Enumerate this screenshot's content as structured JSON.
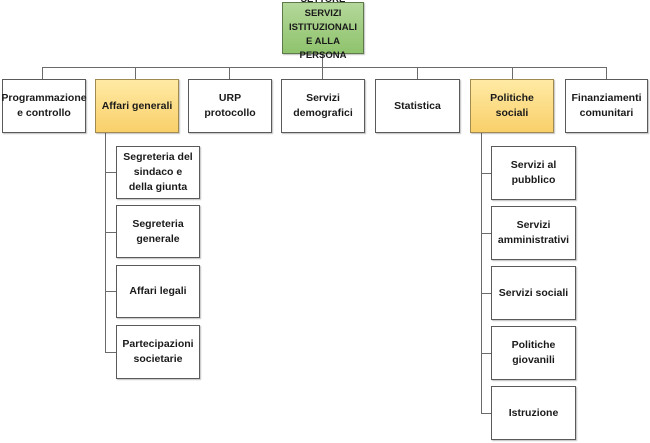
{
  "diagram": {
    "root": {
      "label": "SETTORE SERVIZI ISTITUZIONALI E ALLA PERSONA",
      "color": "#9ccc7c"
    },
    "highlight_color": "#fbd87a",
    "departments": [
      {
        "label": "Programmazione e controllo",
        "highlighted": false,
        "children": []
      },
      {
        "label": "Affari generali",
        "highlighted": true,
        "children": [
          "Segreteria del sindaco e della giunta",
          "Segreteria generale",
          "Affari legali",
          "Partecipazioni societarie"
        ]
      },
      {
        "label": "URP protocollo",
        "highlighted": false,
        "children": []
      },
      {
        "label": "Servizi demografici",
        "highlighted": false,
        "children": []
      },
      {
        "label": "Statistica",
        "highlighted": false,
        "children": []
      },
      {
        "label": "Politiche sociali",
        "highlighted": true,
        "children": [
          "Servizi al pubblico",
          "Servizi amministrativi",
          "Servizi sociali",
          "Politiche giovanili",
          "Istruzione"
        ]
      },
      {
        "label": "Finanziamenti comunitari",
        "highlighted": false,
        "children": []
      }
    ]
  }
}
